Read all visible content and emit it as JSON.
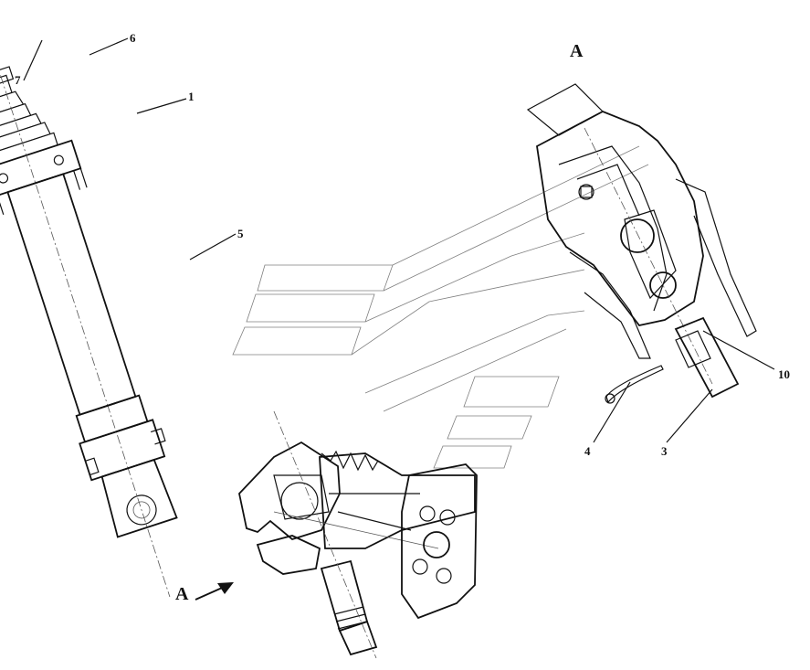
{
  "labels": {
    "n1": "1",
    "n3": "3",
    "n4": "4",
    "n5": "5",
    "n6": "6",
    "n7": "7",
    "n10": "10"
  },
  "view": {
    "marker": "A",
    "arrow_label": "A"
  }
}
